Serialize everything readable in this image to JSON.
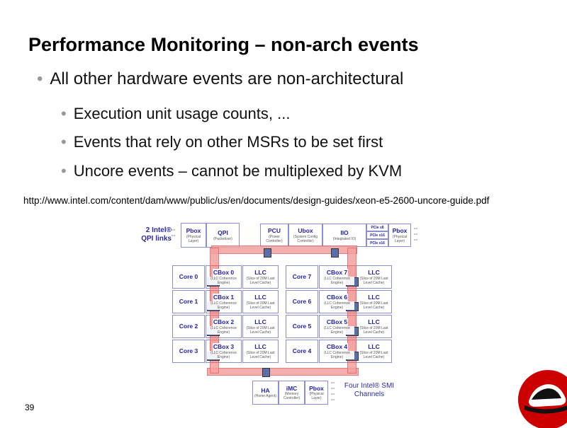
{
  "title": "Performance Monitoring – non-arch events",
  "bullets": [
    {
      "text": "All other hardware events are non-architectural",
      "sub": [
        "Execution unit usage counts, ...",
        "Events that rely on other MSRs to be set first",
        "Uncore events – cannot be multiplexed by KVM"
      ]
    }
  ],
  "url": "http://www.intel.com/content/dam/www/public/us/en/documents/design-guides/xeon-e5-2600-uncore-guide.pdf",
  "page_number": "39",
  "diagram": {
    "qpi_label": "2 Intel® QPI links",
    "top_left": [
      {
        "name": "Pbox",
        "sub": "(Physical Layer)"
      },
      {
        "name": "QPI",
        "sub": "(Packetizer)"
      }
    ],
    "top_right": [
      {
        "name": "PCU",
        "sub": "(Power Controller)"
      },
      {
        "name": "Ubox",
        "sub": "(System Config Controller)"
      },
      {
        "name": "IIO",
        "sub": "(Integrated IO)"
      }
    ],
    "pcie": [
      "PCIe x8",
      "PCIe x16",
      "PCIe x16"
    ],
    "top_right_pbox": {
      "name": "Pbox",
      "sub": "(Physical Layer)"
    },
    "rows": [
      {
        "lcore": "Core 0",
        "lcbox": "CBox 0",
        "rcore": "Core 7",
        "rcbox": "CBox 7"
      },
      {
        "lcore": "Core 1",
        "lcbox": "CBox 1",
        "rcore": "Core 6",
        "rcbox": "CBox 6"
      },
      {
        "lcore": "Core 2",
        "lcbox": "CBox 2",
        "rcore": "Core 5",
        "rcbox": "CBox 5"
      },
      {
        "lcore": "Core 3",
        "lcbox": "CBox 3",
        "rcore": "Core 4",
        "rcbox": "CBox 4"
      }
    ],
    "cbox_sub": "(LLC Coherence Engine)",
    "llc_name": "LLC",
    "llc_sub": "(Slice of 20M Last Level Cache)",
    "bottom": [
      {
        "name": "HA",
        "sub": "(Home Agent)"
      },
      {
        "name": "iMC",
        "sub": "(Memory Controller)"
      },
      {
        "name": "Pbox",
        "sub": "(Physical Layer)"
      }
    ],
    "smi_label": "Four Intel® SMI Channels"
  }
}
